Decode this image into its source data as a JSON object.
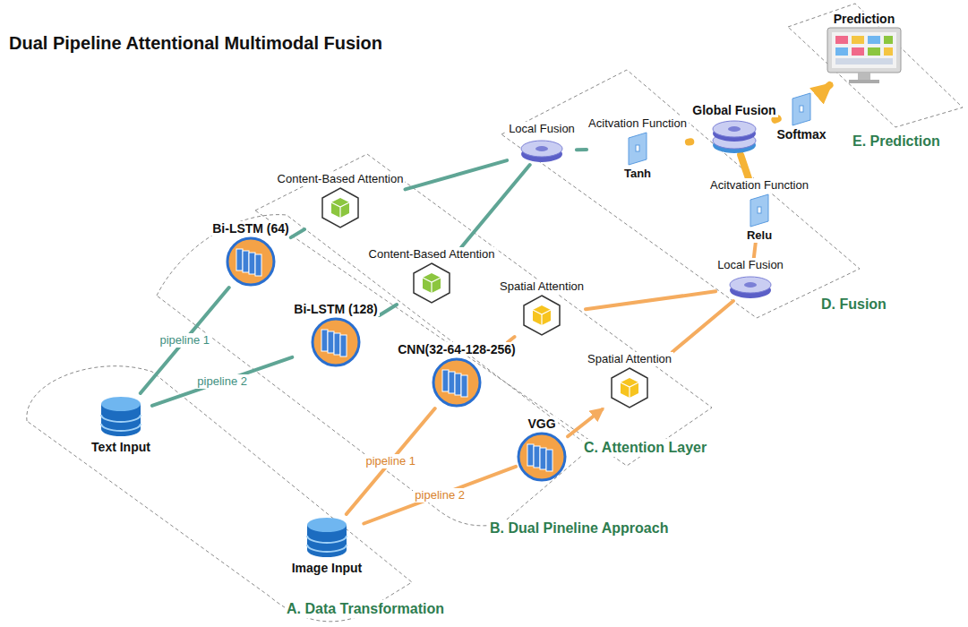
{
  "diagram": {
    "title": "Dual Pipeline Attentional Multimodal Fusion",
    "nodes": [
      {
        "text": [
          "Text Input"
        ]
      },
      {
        "text": [
          "Image Input"
        ]
      },
      {
        "text": [
          "Bi-LSTM (64)"
        ]
      },
      {
        "text": [
          "Bi-LSTM (128)"
        ]
      },
      {
        "text": [
          "CNN(32-64-128-256)"
        ]
      },
      {
        "text": [
          "VGG"
        ]
      },
      {
        "text": [
          "Content-Based Attention"
        ]
      },
      {
        "text": [
          "Content-Based Attention"
        ]
      },
      {
        "text": [
          "Spatial Attention"
        ]
      },
      {
        "text": [
          "Spatial Attention"
        ]
      },
      {
        "text": [
          "Local Fusion"
        ]
      },
      {
        "text": [
          "Acitvation Function",
          "Tanh"
        ]
      },
      {
        "text": [
          "Global Fusion"
        ]
      },
      {
        "text": [
          "Softmax"
        ]
      },
      {
        "text": [
          "Prediction"
        ]
      },
      {
        "text": [
          "Acitvation Function",
          "Relu"
        ]
      },
      {
        "text": [
          "Local Fusion"
        ]
      }
    ],
    "edges": [
      {
        "from": 0,
        "to": 2,
        "label": "pipeline 1",
        "arrow": "none"
      },
      {
        "from": 0,
        "to": 3,
        "label": "pipeline 2",
        "arrow": "none"
      },
      {
        "from": 1,
        "to": 4,
        "label": "pipeline 1",
        "arrow": "none"
      },
      {
        "from": 1,
        "to": 5,
        "label": "pipeline 2",
        "arrow": "none"
      },
      {
        "from": 2,
        "to": 6,
        "arrow": "none"
      },
      {
        "from": 3,
        "to": 7,
        "arrow": "none"
      },
      {
        "from": 4,
        "to": 8,
        "arrow": "none"
      },
      {
        "from": 5,
        "to": 9,
        "arrow": "to"
      },
      {
        "from": 6,
        "to": 10,
        "arrow": "none"
      },
      {
        "from": 7,
        "to": 10,
        "arrow": "none"
      },
      {
        "from": 8,
        "to": 16,
        "arrow": "none"
      },
      {
        "from": 9,
        "to": 16,
        "arrow": "none"
      },
      {
        "from": 10,
        "to": 11,
        "arrow": "none"
      },
      {
        "from": 11,
        "to": 12,
        "arrow": "none"
      },
      {
        "from": 16,
        "to": 15,
        "arrow": "none"
      },
      {
        "from": 15,
        "to": 12,
        "arrow": "none"
      },
      {
        "from": 12,
        "to": 13,
        "arrow": "none"
      },
      {
        "from": 13,
        "to": 14,
        "arrow": "to"
      }
    ],
    "labels": [
      "A. Data Transformation",
      "B. Dual Pineline Approach",
      "C. Attention Layer",
      "D. Fusion",
      "E. Prediction"
    ]
  }
}
